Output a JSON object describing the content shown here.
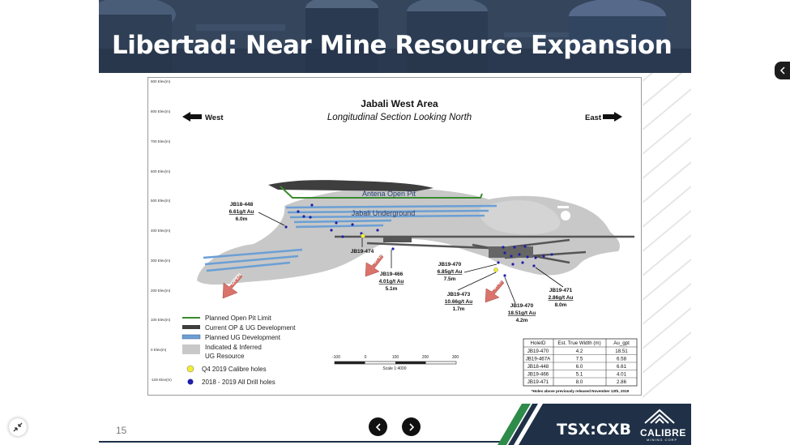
{
  "slide": {
    "title": "Libertad: Near Mine Resource Expansion",
    "page_number": "15",
    "ticker": "TSX:CXB",
    "brand": "CALIBRE",
    "brand_sub": "MINING CORP"
  },
  "figure": {
    "title": "Jabali West Area",
    "subtitle": "Longitudinal Section Looking North",
    "west_label": "West",
    "east_label": "East",
    "elevation_labels": [
      "900 Elev(m)",
      "800 Elev(m)",
      "700 Elev(m)",
      "600 Elev(m)",
      "500 Elev(m)",
      "400 Elev(m)",
      "300 Elev(m)",
      "200 Elev(m)",
      "100 Elev(m)",
      "0 Elev(m)",
      "-100 Elev(m)"
    ],
    "pit_label": "Antena Open Pit",
    "underground_label": "Jabali Underground",
    "open_labels": [
      "OPEN",
      "OPEN",
      "OPEN"
    ],
    "intercepts": [
      {
        "hole": "JB18-448",
        "grade": "6.61g/t Au",
        "width": "6.0m"
      },
      {
        "hole": "JB19-474",
        "grade": "",
        "width": ""
      },
      {
        "hole": "JB19-466",
        "grade": "4.01g/t Au",
        "width": "5.1m"
      },
      {
        "hole": "JB19-470",
        "grade": "6.85g/t Au",
        "width": "7.5m"
      },
      {
        "hole": "JB19-473",
        "grade": "10.66g/t Au",
        "width": "1.7m"
      },
      {
        "hole": "JB19-470",
        "grade": "18.51g/t Au",
        "width": "4.2m"
      },
      {
        "hole": "JB19-471",
        "grade": "2.86g/t Au",
        "width": "8.0m"
      }
    ],
    "legend": [
      {
        "label": "Planned Open Pit Limit"
      },
      {
        "label": "Current OP & UG Development"
      },
      {
        "label": "Planned UG Development"
      },
      {
        "label": "Indicated & Inferred"
      },
      {
        "label": "UG Resource"
      },
      {
        "label": "Q4 2019 Calibre holes"
      },
      {
        "label": "2018 - 2019 All Drill holes"
      }
    ],
    "scale_ticks": [
      "-100",
      "0",
      "100",
      "200",
      "300"
    ],
    "scale_label": "Scale 1:4000",
    "table": {
      "headers": [
        "HoleID",
        "Est. True Width (m)",
        "Au_gpt"
      ],
      "rows": [
        [
          "JB19-470",
          "4.2",
          "18.51"
        ],
        [
          "JB19-467A",
          "7.5",
          "6.58"
        ],
        [
          "JB18-448",
          "6.0",
          "6.61"
        ],
        [
          "JB19-466",
          "5.1",
          "4.01"
        ],
        [
          "JB19-471",
          "8.0",
          "2.86"
        ]
      ],
      "note": "*Holes above previously released November 12th, 2019"
    }
  },
  "colors": {
    "header_bg": "#2d3b4e",
    "footer_dark": "#1f3047",
    "accent_green": "#2e8b4a",
    "resource_gray": "#c8c8c8",
    "ug_blue": "#6b9fd4",
    "pit_green": "#3a8a2e",
    "drill_blue": "#1f1fa8",
    "calibre_yellow": "#f2ee2e",
    "open_arrow": "#d9736b"
  }
}
